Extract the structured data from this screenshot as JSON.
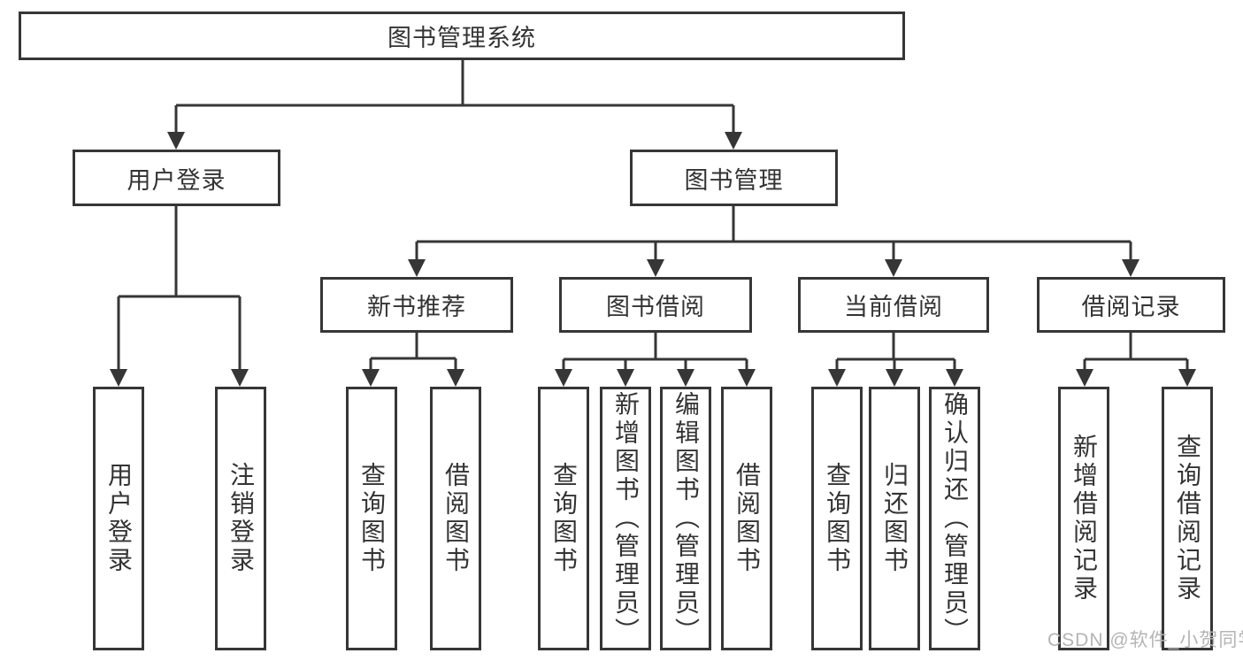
{
  "root": "图书管理系统",
  "level2": {
    "user_login": "用户登录",
    "book_management": "图书管理"
  },
  "level3": {
    "new_book": "新书推荐",
    "borrow": "图书借阅",
    "current": "当前借阅",
    "records": "借阅记录"
  },
  "leaves": {
    "user_login": [
      "用户登录",
      "注销登录"
    ],
    "new_book": [
      "查询图书",
      "借阅图书"
    ],
    "borrow": [
      "查询图书",
      "新增图书（管理员）",
      "编辑图书（管理员）",
      "借阅图书"
    ],
    "current": [
      "查询图书",
      "归还图书",
      "确认归还（管理员）"
    ],
    "records": [
      "新增借阅记录",
      "查询借阅记录"
    ]
  },
  "watermark": "CSDN @软件_小贺同学",
  "colors": {
    "line": "#363636",
    "text": "#333333",
    "watermark": "#b4b4b4",
    "background": "#ffffff"
  }
}
